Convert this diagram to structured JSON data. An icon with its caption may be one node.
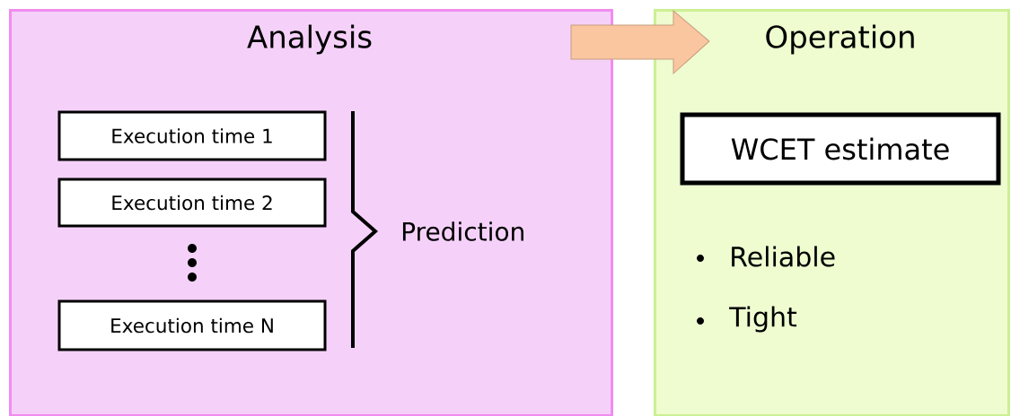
{
  "diagram": {
    "nodes": [
      {
        "text": [
          "Analysis"
        ]
      },
      {
        "text": [
          "Execution time 1"
        ],
        "in": 0
      },
      {
        "text": [
          "Execution time 2"
        ],
        "in": 0
      },
      {
        "text": [
          "Execution time N"
        ],
        "in": 0
      },
      {
        "text": [
          "Operation"
        ]
      },
      {
        "text": [
          "WCET estimate"
        ],
        "in": 4
      }
    ],
    "edges": [
      {
        "from": 0,
        "to": 4,
        "arrow": "to",
        "color": "#f9c6a0"
      }
    ],
    "labels": [
      "Prediction",
      "Reliable",
      "Tight"
    ]
  }
}
